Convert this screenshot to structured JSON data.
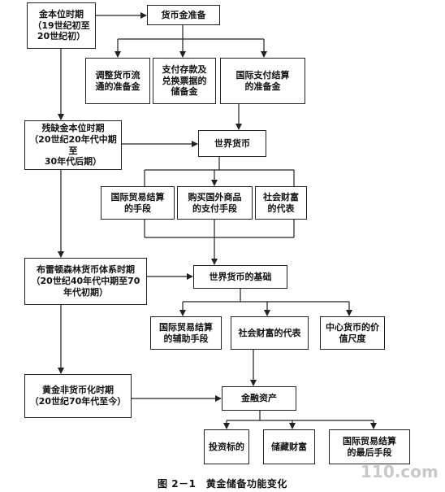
{
  "diagram": {
    "eras": [
      "金本位时期\n（19世纪初至\n20世纪初）",
      "残缺金本位时期\n（20世纪20年代中期至\n30年代后期）",
      "布雷顿森林货币体系时期\n（20世纪40年代中期至70\n年代初期）",
      "黄金非货币化时期\n（20世纪70年代至今）"
    ],
    "functions": [
      "货币金准备",
      "世界货币",
      "世界货币的基础",
      "金融资产"
    ],
    "sub_functions": [
      [
        "调整货币流\n通的准备金",
        "支付存款及\n兑换票据的\n储备金",
        "国际支付结算\n的准备金"
      ],
      [
        "国际贸易结算\n的手段",
        "购买国外商品\n的支付手段",
        "社会财富\n的代表"
      ],
      [
        "国际贸易结算\n的辅助手段",
        "社会财富的代表",
        "中心货币的价\n值尺度"
      ],
      [
        "投资标的",
        "储藏财富",
        "国际贸易结算\n的最后手段"
      ]
    ]
  },
  "caption": "图 2－1　黄金储备功能变化",
  "watermark": "110.com"
}
